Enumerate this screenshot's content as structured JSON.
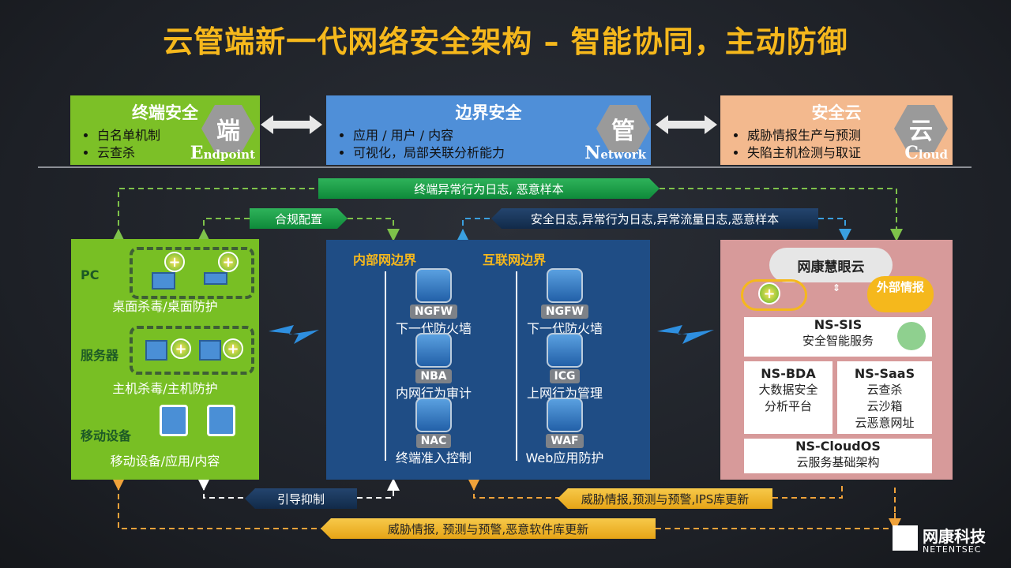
{
  "title": "云管端新一代网络安全架构 – 智能协同，主动防御",
  "top": {
    "endpoint": {
      "title": "终端安全",
      "bullets": [
        "白名单机制",
        "云查杀"
      ],
      "hex": "端",
      "eng_first": "E",
      "eng_rest": "ndpoint"
    },
    "network": {
      "title": "边界安全",
      "bullets": [
        "应用 / 用户 / 内容",
        "可视化，局部关联分析能力"
      ],
      "hex": "管",
      "eng_first": "N",
      "eng_rest": "etwork"
    },
    "cloud": {
      "title": "安全云",
      "bullets": [
        "威胁情报生产与预测",
        "失陷主机检测与取证"
      ],
      "hex": "云",
      "eng_first": "C",
      "eng_rest": "loud"
    }
  },
  "flows": {
    "f1": "终端异常行为日志, 恶意样本",
    "f2": "合规配置",
    "f3": "安全日志,异常行为日志,异常流量日志,恶意样本",
    "f4": "引导抑制",
    "f5": "威胁情报,预测与预警,IPS库更新",
    "f6": "威胁情报, 预测与预警,恶意软件库更新"
  },
  "left": {
    "pc": "PC",
    "pc_cap": "桌面杀毒/桌面防护",
    "server": "服务器",
    "server_cap": "主机杀毒/主机防护",
    "mobile": "移动设备",
    "mobile_cap": "移动设备/应用/内容"
  },
  "mid": {
    "inner": "内部网边界",
    "outer": "互联网边界",
    "items": [
      {
        "tag": "NGFW",
        "cap": "下一代防火墙"
      },
      {
        "tag": "NBA",
        "cap": "内网行为审计"
      },
      {
        "tag": "NAC",
        "cap": "终端准入控制"
      },
      {
        "tag": "NGFW",
        "cap": "下一代防火墙"
      },
      {
        "tag": "ICG",
        "cap": "上网行为管理"
      },
      {
        "tag": "WAF",
        "cap": "Web应用防护"
      }
    ]
  },
  "right": {
    "cloud": "网康慧眼云",
    "ext": "外部情报",
    "sis": "NS-SIS",
    "sis_sub": "安全智能服务",
    "bda": "NS-BDA",
    "bda_l1": "大数据安全",
    "bda_l2": "分析平台",
    "saas": "NS-SaaS",
    "saas_l1": "云查杀",
    "saas_l2": "云沙箱",
    "saas_l3": "云恶意网址",
    "os": "NS-CloudOS",
    "os_sub": "云服务基础架构"
  },
  "logo": {
    "cn": "网康科技",
    "en": "NETENTSEC"
  }
}
